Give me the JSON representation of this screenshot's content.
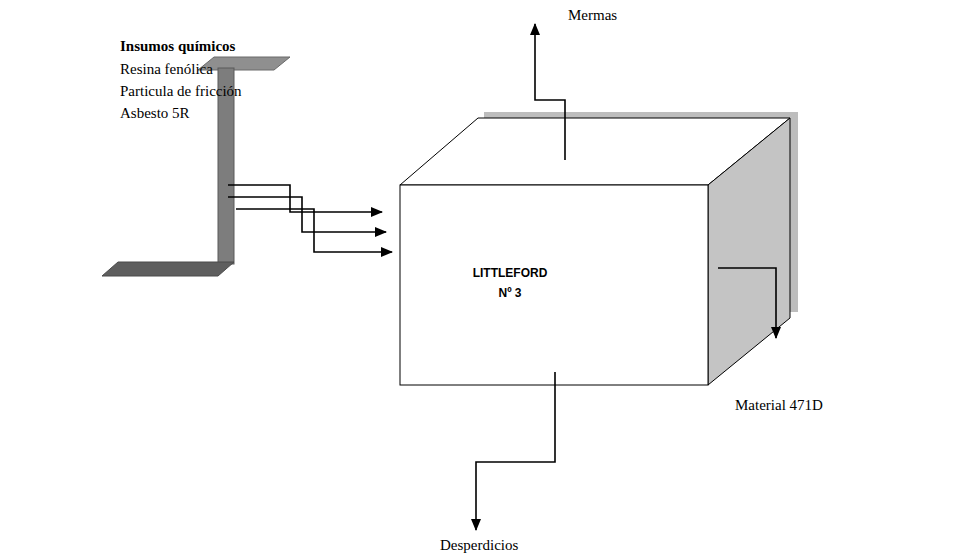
{
  "diagram": {
    "nodes": [
      {
        "text": [
          "LITTLEFORD",
          "Nº 3"
        ]
      }
    ],
    "labels": [
      "Insumos químicos",
      "Resina fenólica",
      "Particula de fricción",
      "Asbesto 5R",
      "Mermas",
      "Material 471D",
      "Desperdicios"
    ]
  }
}
